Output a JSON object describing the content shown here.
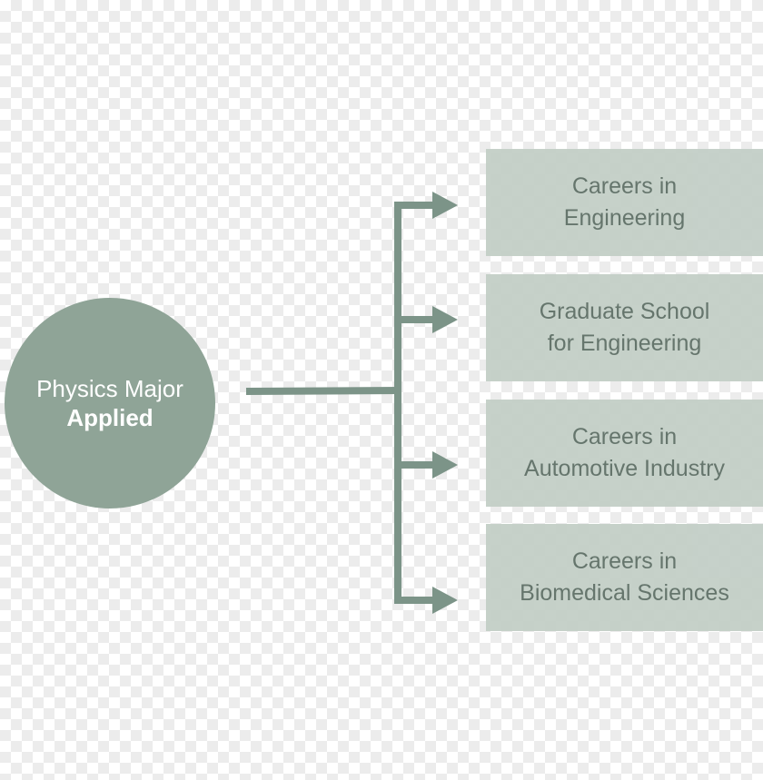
{
  "root": {
    "line1": "Physics Major",
    "line2": "Applied"
  },
  "outcomes": [
    {
      "line1": "Careers in",
      "line2": "Engineering"
    },
    {
      "line1": "Graduate School",
      "line2": "for Engineering"
    },
    {
      "line1": "Careers in",
      "line2": "Automotive Industry"
    },
    {
      "line1": "Careers in",
      "line2": "Biomedical Sciences"
    }
  ],
  "colors": {
    "circle": "#8fa497",
    "box": "#c3cfc7",
    "box_text": "#5e6f66",
    "connector": "#7c9488"
  }
}
